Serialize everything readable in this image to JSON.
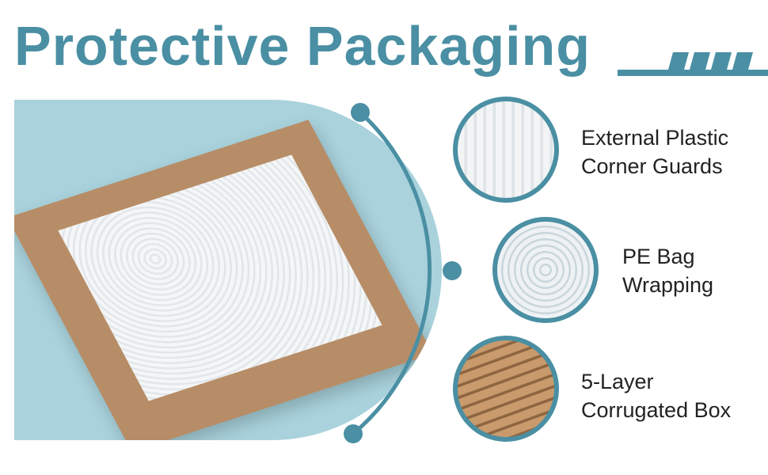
{
  "title": "Protective Packaging",
  "accent_color": "#4a8fa3",
  "features": [
    {
      "line1": "External Plastic",
      "line2": "Corner Guards"
    },
    {
      "line1": "PE Bag",
      "line2": "Wrapping"
    },
    {
      "line1": "5-Layer",
      "line2": "Corrugated Box"
    }
  ]
}
